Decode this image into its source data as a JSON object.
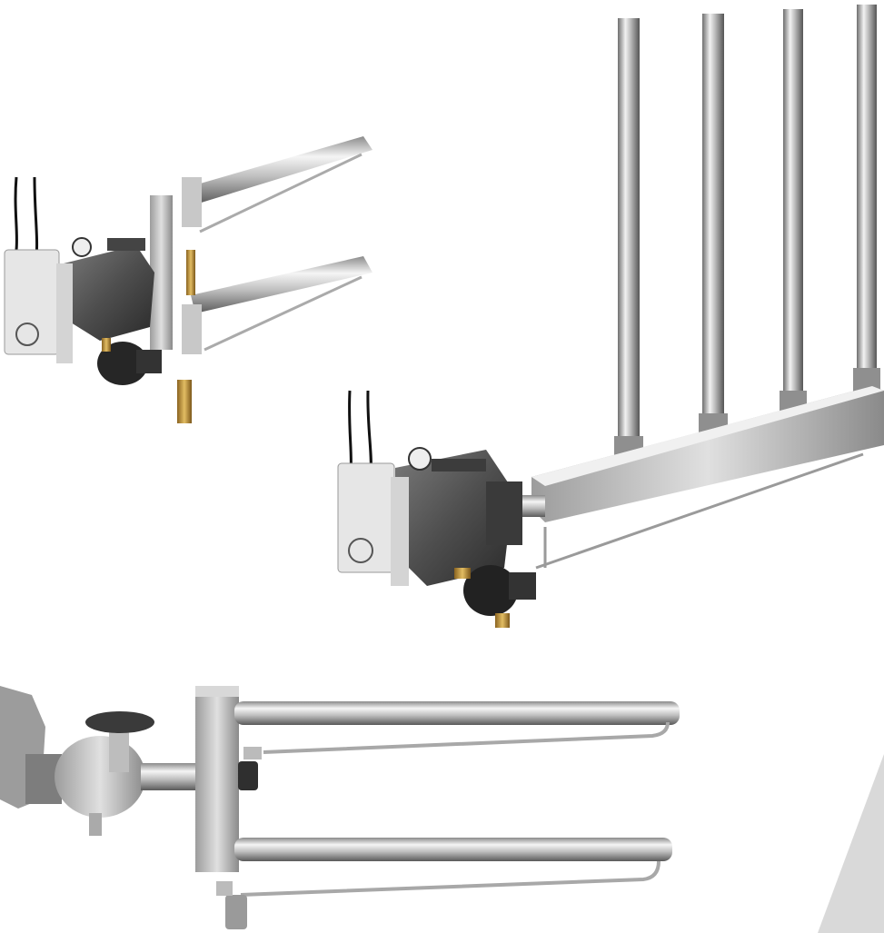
{
  "image": {
    "background": "#ffffff",
    "accent_gray": "#d9d9d9",
    "steel_light": "#e8e8e8",
    "steel_mid": "#a9a9a9",
    "steel_dark": "#5e5e5e",
    "cast_iron": "#4a4a4a",
    "brass": "#c79a3c",
    "actuator_body": "#e6e6e6"
  },
  "products": [
    {
      "id": "double-lance-unit",
      "icon": "steam-humidifier-double-lance-icon"
    },
    {
      "id": "multi-pipe-manifold-unit",
      "icon": "steam-humidifier-manifold-icon"
    },
    {
      "id": "stainless-double-lance-unit",
      "icon": "steam-humidifier-stainless-icon"
    }
  ]
}
